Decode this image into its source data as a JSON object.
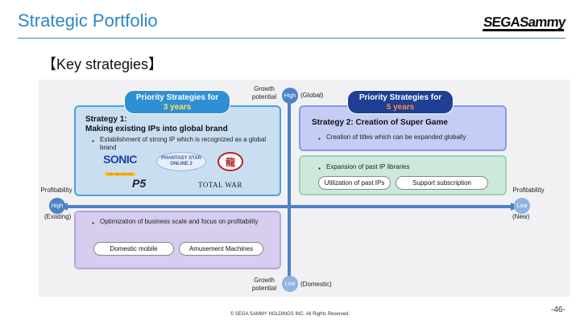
{
  "header": {
    "title": "Strategic Portfolio",
    "logo_text": "SEGASammy",
    "section_heading": "【Key strategies】"
  },
  "axes": {
    "growth_label": "Growth potential",
    "growth_high": "High",
    "growth_high_note": "(Global)",
    "growth_low": "Low",
    "growth_low_note": "(Domestic)",
    "profit_label": "Profitability",
    "profit_high": "High",
    "profit_high_note": "(Existing)",
    "profit_low": "Low",
    "profit_low_note": "(New)"
  },
  "priority_1": {
    "line1": "Priority Strategies for",
    "line2": "3 years"
  },
  "priority_2": {
    "line1": "Priority Strategies for",
    "line2": "5 years"
  },
  "strategy_1": {
    "title_line1": "Strategy 1:",
    "title_line2": "Making existing IPs into global brand",
    "bullet": "Establishment of strong IP which is recognized as a global brand",
    "logos": {
      "sonic": "SONIC",
      "sonic_sub": "THE HEDGEHOG",
      "pso_line1": "PHANTASY STAR",
      "pso_line2": "ONLINE 2",
      "ryu": "龍",
      "p5": "P5",
      "total_war": "TOTAL WAR"
    }
  },
  "strategy_2": {
    "title": "Strategy 2: Creation of Super Game",
    "bullet": "Creation of titles which can be expanded globally"
  },
  "expansion": {
    "bullet": "Expansion of past IP libraries",
    "pill_1": "Utilization of past IPs",
    "pill_2": "Support subscription"
  },
  "optimization": {
    "bullet": "Optimization of business scale and focus on profitability",
    "pill_1": "Domestic mobile",
    "pill_2": "Amusement Machines"
  },
  "bullet_symbol": "●",
  "footer": {
    "copyright": "© SEGA SAMMY HOLDINGS INC. All Rights Reserved.",
    "page_number": "-46-"
  },
  "colors": {
    "title_blue": "#2a87c6",
    "axis_blue": "#4d82c9",
    "banner_3yr": "#2f8fd3",
    "banner_5yr": "#1e3f93"
  }
}
